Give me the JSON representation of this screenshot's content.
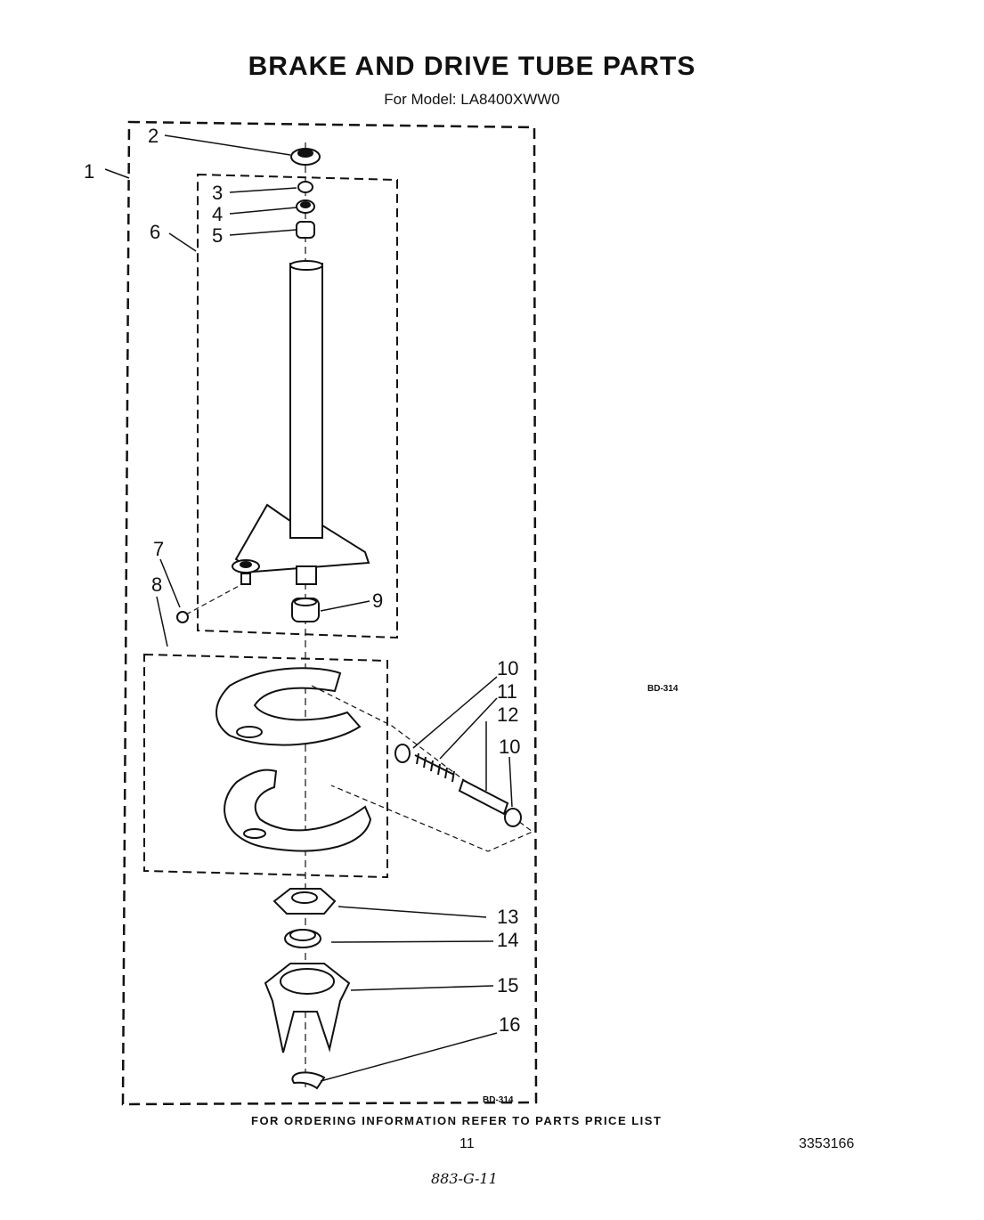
{
  "title": "BRAKE AND DRIVE TUBE PARTS",
  "subtitle": "For Model: LA8400XWW0",
  "callouts": {
    "c1": "1",
    "c2": "2",
    "c3": "3",
    "c4": "4",
    "c5": "5",
    "c6": "6",
    "c7": "7",
    "c8": "8",
    "c9": "9",
    "c10a": "10",
    "c11": "11",
    "c12": "12",
    "c10b": "10",
    "c13": "13",
    "c14": "14",
    "c15": "15",
    "c16": "16"
  },
  "drawing_code_right": "BD-314",
  "drawing_code_bottom": "BD-314",
  "footer": "FOR ORDERING INFORMATION REFER TO PARTS PRICE LIST",
  "page_number": "11",
  "document_number": "3353166",
  "handwritten_note": "883-G-11"
}
